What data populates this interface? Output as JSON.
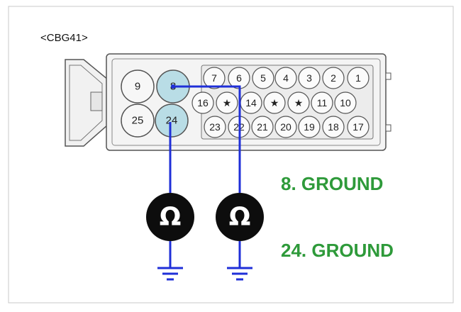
{
  "connector": {
    "name": "<CBG41>",
    "large_pins": [
      {
        "label": "9",
        "highlight": false
      },
      {
        "label": "8",
        "highlight": true
      },
      {
        "label": "25",
        "highlight": false
      },
      {
        "label": "24",
        "highlight": true
      }
    ],
    "top_row": [
      "7",
      "6",
      "5",
      "4",
      "3",
      "2",
      "1"
    ],
    "middle_row": [
      "16",
      "★",
      "14",
      "★",
      "★",
      "11",
      "10"
    ],
    "bottom_row": [
      "23",
      "22",
      "21",
      "20",
      "19",
      "18",
      "17"
    ]
  },
  "meters": {
    "symbol": "Ω"
  },
  "labels": {
    "line1": "8. GROUND",
    "line2": "24. GROUND"
  },
  "colors": {
    "wire": "#1f2fd8",
    "highlight_pin": "#b9dde6",
    "label": "#2e9a3a"
  }
}
